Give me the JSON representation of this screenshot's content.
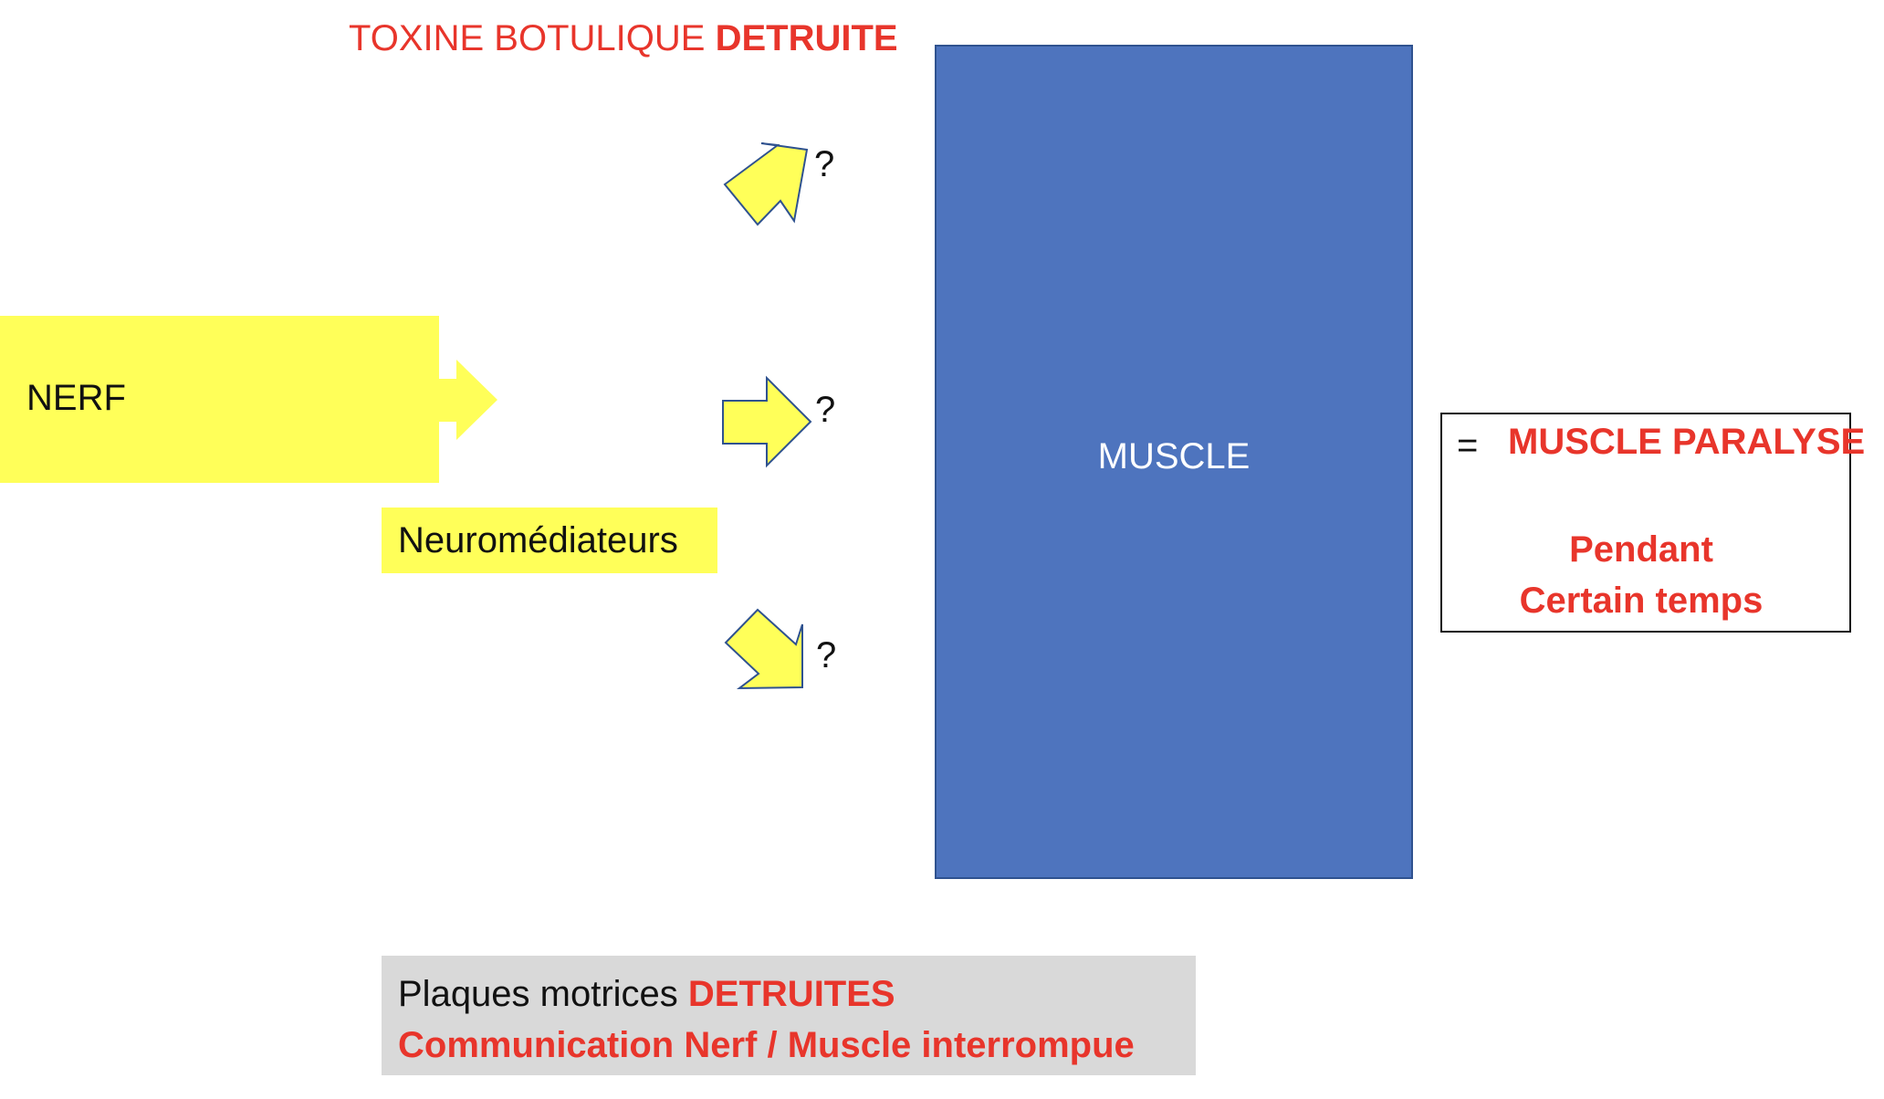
{
  "title": {
    "prefix": "TOXINE BOTULIQUE ",
    "emphasis": "DETRUITE"
  },
  "nerf": {
    "label": "NERF"
  },
  "neuromediateurs": {
    "label": "Neuromédiateurs"
  },
  "muscle": {
    "label": "MUSCLE"
  },
  "arrows": {
    "question_marks": [
      "?",
      "?",
      "?"
    ],
    "fill_color": "#ffff59",
    "stroke_color": "#2f528f"
  },
  "result": {
    "equals": "=",
    "main": "MUSCLE PARALYSE",
    "line1": "Pendant",
    "line2": "Certain temps"
  },
  "bottom_note": {
    "line1_prefix": "Plaques motrices ",
    "line1_emphasis": "DETRUITES",
    "line2": "Communication  Nerf / Muscle interrompue"
  },
  "colors": {
    "yellow": "#ffff59",
    "muscle_blue": "#4e74be",
    "accent_red": "#e8352b",
    "note_grey": "#d9d9d9"
  }
}
